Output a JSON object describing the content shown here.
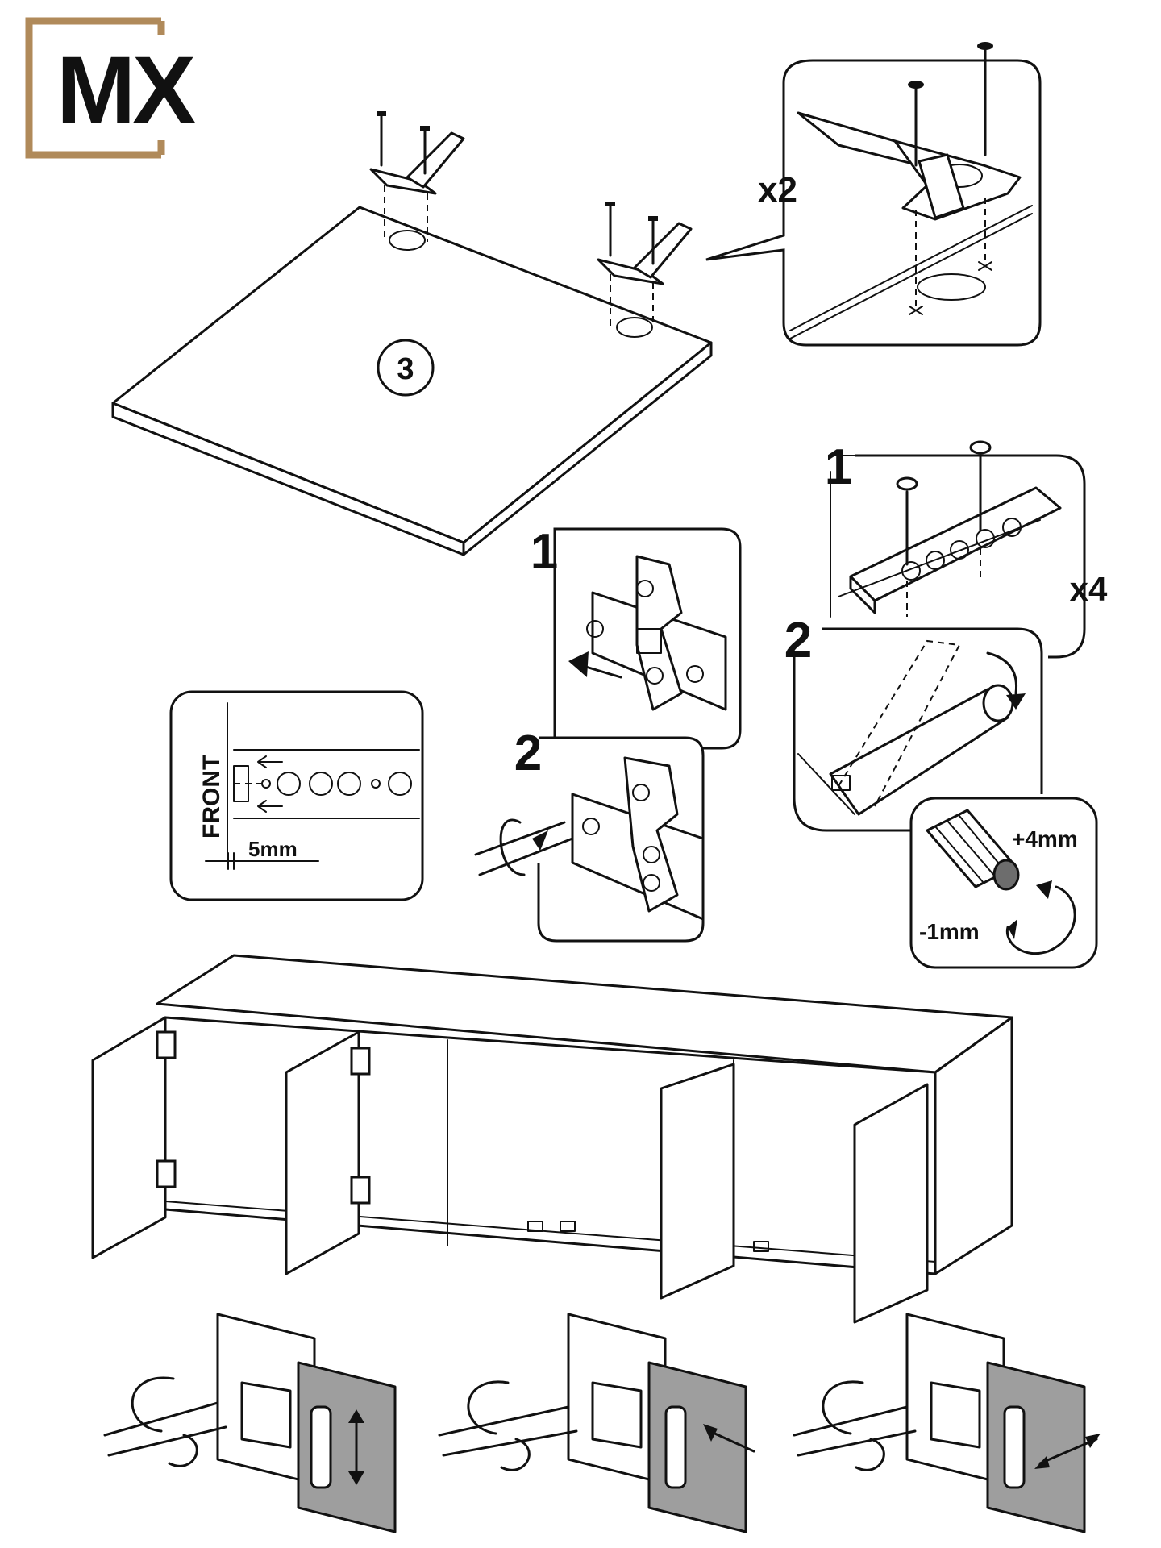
{
  "logo": {
    "text": "MX",
    "frame_color": "#b08a5a"
  },
  "top_panel": {
    "part_number": "3"
  },
  "hinge_detail": {
    "quantity": "x2"
  },
  "clip_steps": {
    "step1": "1",
    "step2": "2"
  },
  "front_detail": {
    "front_label": "FRONT",
    "offset_label": "5mm"
  },
  "pushlatch": {
    "step1": "1",
    "step2": "2",
    "quantity": "x4",
    "plus_label": "+4mm",
    "minus_label": "-1mm"
  },
  "adjustments": [
    {
      "direction": "vertical"
    },
    {
      "direction": "horizontal"
    },
    {
      "direction": "depth"
    }
  ],
  "colors": {
    "line": "#111111",
    "door_grey": "#9e9e9e",
    "logo_frame": "#b08a5a"
  }
}
